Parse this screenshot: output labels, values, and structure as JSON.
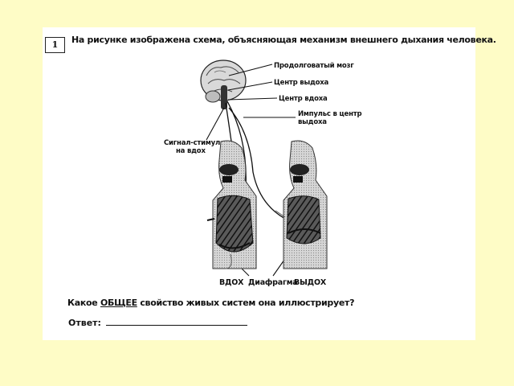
{
  "task": {
    "number": "1",
    "title": "На рисунке изображена схема, объясняющая механизм внешнего дыхания человека.",
    "question_before": "Какое ",
    "question_emph": "ОБЩЕЕ",
    "question_after": " свойство живых систем она иллюстрирует?",
    "answer_label": "Ответ:"
  },
  "diagram": {
    "labels": {
      "medulla": "Продолговатый мозг",
      "exhale_center": "Центр выдоха",
      "inhale_center": "Центр вдоха",
      "impulse_line1": "Импульс в центр",
      "impulse_line2": "выдоха",
      "signal_line1": "Сигнал-стимул",
      "signal_line2": "на вдох",
      "inhale": "ВДОХ",
      "diaphragm": "Диафрагма",
      "exhale": "ВЫДОХ"
    }
  }
}
